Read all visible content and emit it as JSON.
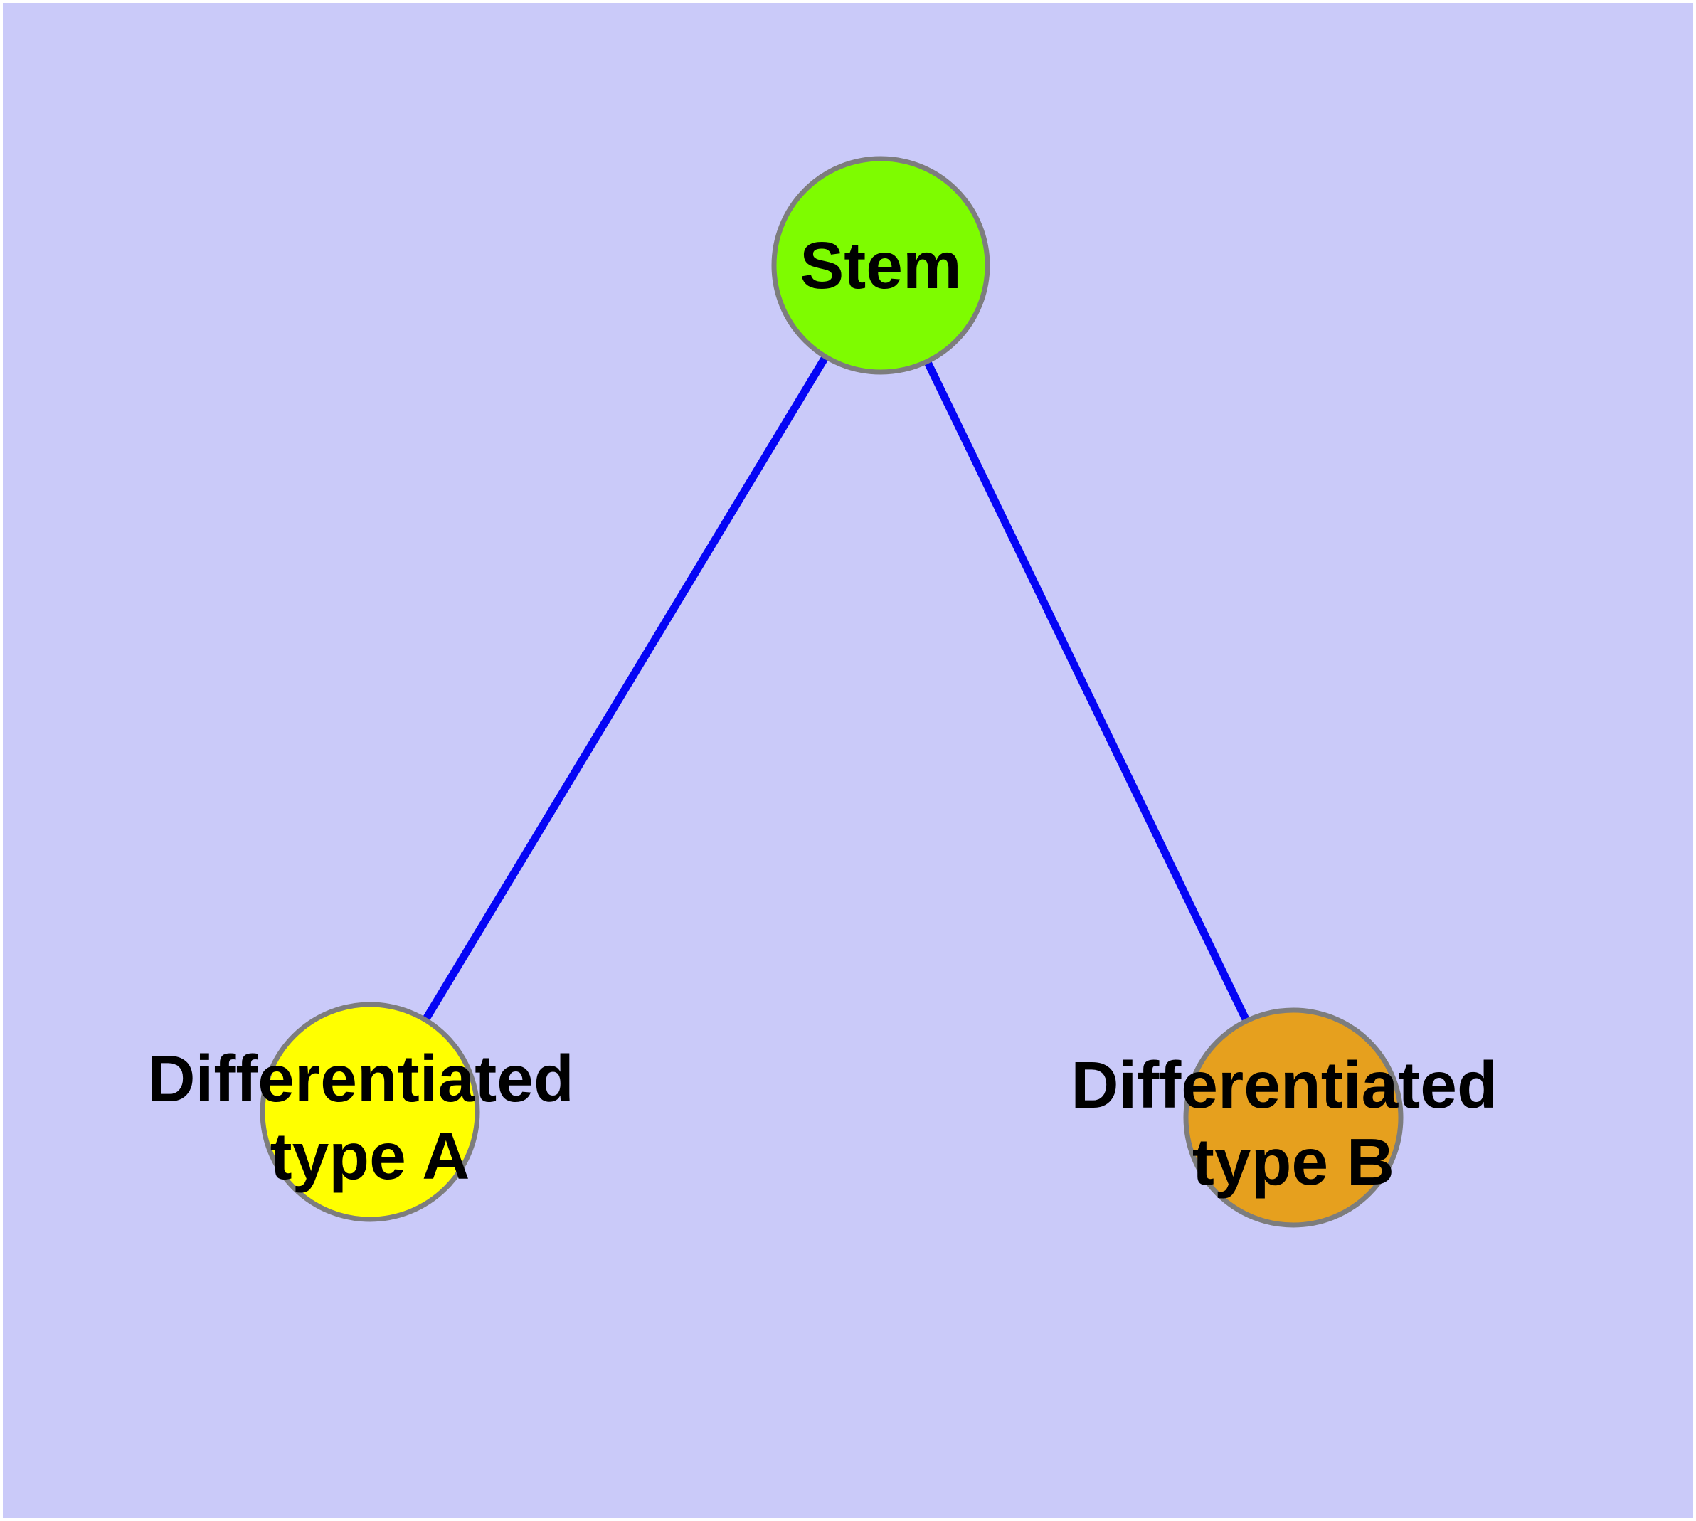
{
  "diagram": {
    "type": "node-link-graph",
    "background_color": "#CACAF9",
    "margin_color": "#FFFFFF",
    "edge_color": "#0505F5",
    "node_border_color": "#7D7D7D",
    "label_color": "#000000",
    "nodes": [
      {
        "id": "stem",
        "label": "Stem",
        "fill": "#7EFC00"
      },
      {
        "id": "type_a",
        "label": "Differentiated type A",
        "label_line1": "Differentiated",
        "label_line2": "type A",
        "fill": "#FFFF00"
      },
      {
        "id": "type_b",
        "label": "Differentiated type B",
        "label_line1": "Differentiated",
        "label_line2": "type B",
        "fill": "#E6A01E"
      }
    ],
    "edges": [
      {
        "from": "Stem",
        "to": "Differentiated type A"
      },
      {
        "from": "Stem",
        "to": "Differentiated type B"
      }
    ]
  }
}
